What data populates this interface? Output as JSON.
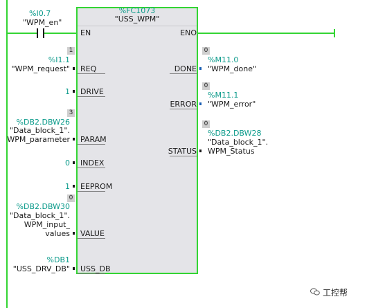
{
  "block": {
    "address": "%FC1073",
    "name": "\"USS_WPM\""
  },
  "contact": {
    "address": "%I0.7",
    "tag": "\"WPM_en\""
  },
  "inputs": {
    "en": "EN",
    "req": {
      "pin": "REQ",
      "address": "%I1.1",
      "tag": "\"WPM_request\"",
      "badge": "1"
    },
    "drive": {
      "pin": "DRIVE",
      "value": "1"
    },
    "param": {
      "pin": "PARAM",
      "address": "%DB2.DBW26",
      "tag_line1": "\"Data_block_1\".",
      "tag_line2": "WPM_parameter",
      "badge": "3"
    },
    "index": {
      "pin": "INDEX",
      "value": "0"
    },
    "eeprom": {
      "pin": "EEPROM",
      "value": "1"
    },
    "value": {
      "pin": "VALUE",
      "address": "%DB2.DBW30",
      "tag_line1": "\"Data_block_1\".",
      "tag_line2": "WPM_input_",
      "tag_line3": "values",
      "badge": "0"
    },
    "uss_db": {
      "pin": "USS_DB",
      "address": "%DB1",
      "tag": "\"USS_DRV_DB\""
    }
  },
  "outputs": {
    "eno": "ENO",
    "done": {
      "pin": "DONE",
      "address": "%M11.0",
      "tag": "\"WPM_done\"",
      "badge": "0"
    },
    "error": {
      "pin": "ERROR",
      "address": "%M11.1",
      "tag": "\"WPM_error\"",
      "badge": "0"
    },
    "status": {
      "pin": "STATUS",
      "address": "%DB2.DBW28",
      "tag_line1": "\"Data_block_1\".",
      "tag_line2": "WPM_Status",
      "badge": "0"
    }
  },
  "watermark": "工控帮",
  "colors": {
    "power_rail": "#33d533",
    "address": "#0a9a8a",
    "box_fill": "#e4e4e8",
    "bool_out": "#1a5fb4"
  }
}
